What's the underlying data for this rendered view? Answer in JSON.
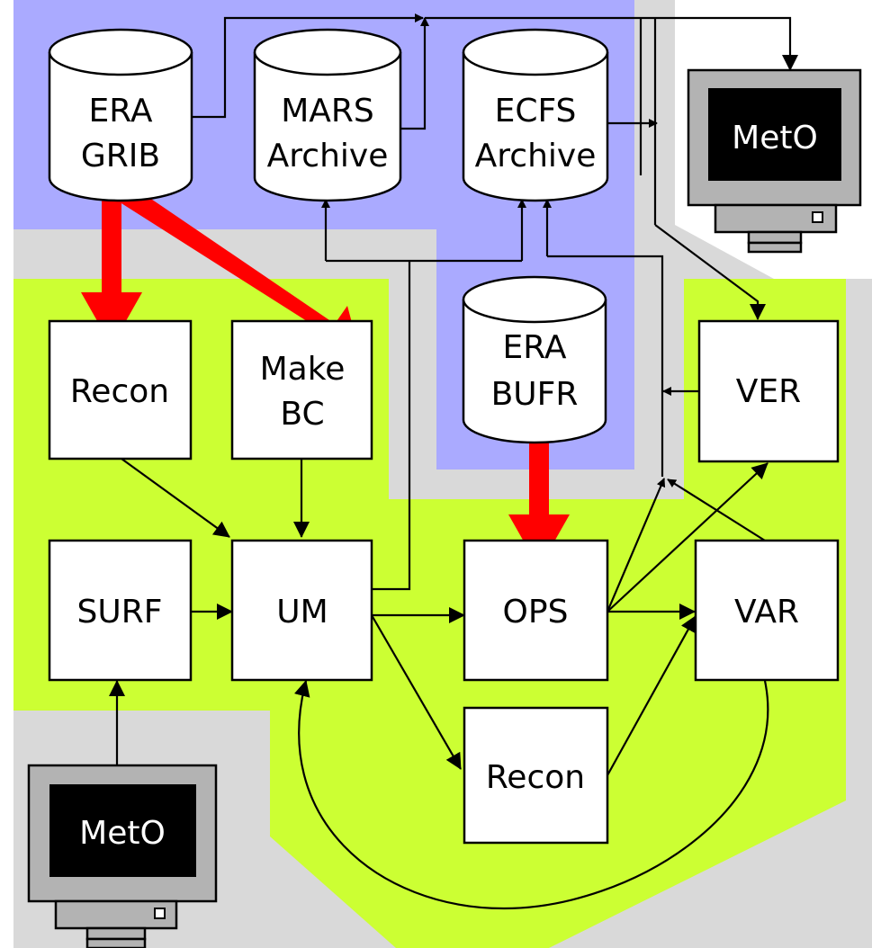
{
  "colors": {
    "archive_region": "#aaaaff",
    "processing_region": "#ccff33",
    "gap_region": "#d9d9d9",
    "highlight_arrow": "#ff0000",
    "monitor_body": "#b3b3b3",
    "monitor_screen": "#000000"
  },
  "archives": {
    "era_grib": {
      "line1": "ERA",
      "line2": "GRIB"
    },
    "mars": {
      "line1": "MARS",
      "line2": "Archive"
    },
    "ecfs": {
      "line1": "ECFS",
      "line2": "Archive"
    },
    "era_bufr": {
      "line1": "ERA",
      "line2": "BUFR"
    }
  },
  "processes": {
    "recon_top": "Recon",
    "make_bc": {
      "line1": "Make",
      "line2": "BC"
    },
    "ver": "VER",
    "surf": "SURF",
    "um": "UM",
    "ops": "OPS",
    "var": "VAR",
    "recon_bottom": "Recon"
  },
  "monitors": {
    "top_right": "MetO",
    "bottom_left": "MetO"
  }
}
